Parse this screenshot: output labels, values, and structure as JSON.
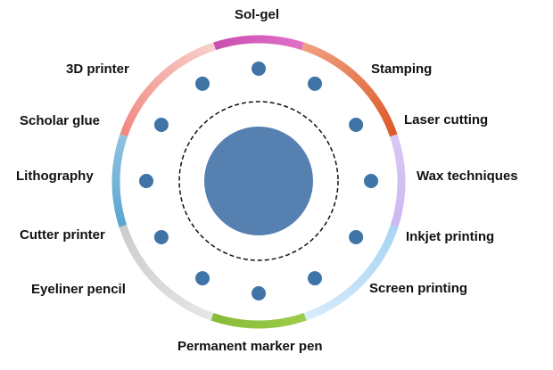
{
  "segments": [
    {
      "label": "Sol-gel",
      "from": "#c94fb0",
      "to": "#e070c8"
    },
    {
      "label": "Stamping + Laser cutting",
      "from": "#f0a080",
      "to": "#dc5a2a"
    },
    {
      "label": "Wax techniques",
      "from": "#d8c8f4",
      "to": "#cdb8f0"
    },
    {
      "label": "Inkjet printing + Screen printing",
      "from": "#a8d4f4",
      "to": "#d8ecfb"
    },
    {
      "label": "Permanent marker pen",
      "from": "#9ccc4a",
      "to": "#88bb38"
    },
    {
      "label": "Eyeliner pencil + Cutter printer",
      "from": "#e6e6e6",
      "to": "#cccccc"
    },
    {
      "label": "Lithography",
      "from": "#5aa6d0",
      "to": "#90c4e0"
    },
    {
      "label": "Scholar glue + 3D printer",
      "from": "#f08880",
      "to": "#f8d0cc"
    }
  ],
  "labels": {
    "sol_gel": "Sol-gel",
    "stamping": "Stamping",
    "laser_cutting": "Laser cutting",
    "wax_techniques": "Wax techniques",
    "inkjet_printing": "Inkjet printing",
    "screen_printing": "Screen printing",
    "permanent_marker_pen": "Permanent marker pen",
    "eyeliner_pencil": "Eyeliner pencil",
    "cutter_printer": "Cutter printer",
    "lithography": "Lithography",
    "scholar_glue": "Scholar glue",
    "3d_printer": "3D printer"
  },
  "colors": {
    "center": "#5580b0",
    "dot": "#3f74a6",
    "dashed": "#111111"
  }
}
